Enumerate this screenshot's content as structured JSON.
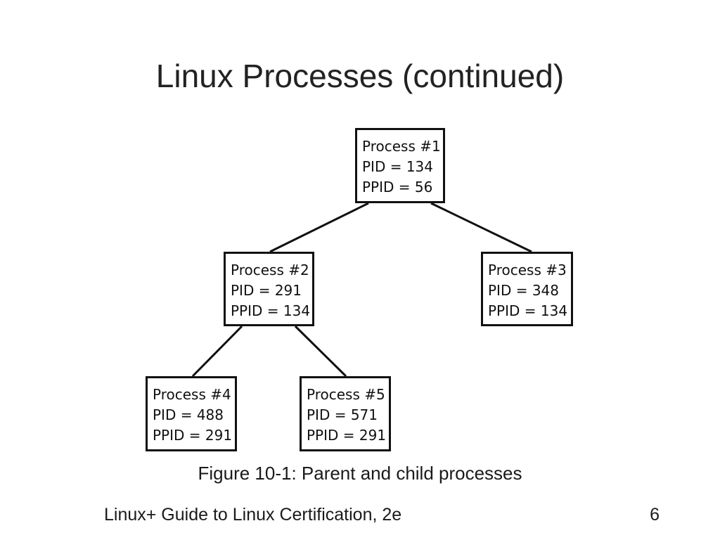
{
  "title": "Linux Processes (continued)",
  "diagram": {
    "nodes": [
      {
        "id": "p1",
        "name": "Process #1",
        "pid": "PID = 134",
        "ppid": "PPID = 56"
      },
      {
        "id": "p2",
        "name": "Process #2",
        "pid": "PID = 291",
        "ppid": "PPID = 134"
      },
      {
        "id": "p3",
        "name": "Process #3",
        "pid": "PID = 348",
        "ppid": "PPID = 134"
      },
      {
        "id": "p4",
        "name": "Process #4",
        "pid": "PID = 488",
        "ppid": "PPID = 291"
      },
      {
        "id": "p5",
        "name": "Process #5",
        "pid": "PID = 571",
        "ppid": "PPID = 291"
      }
    ],
    "edges": [
      {
        "from": "p1",
        "to": "p2"
      },
      {
        "from": "p1",
        "to": "p3"
      },
      {
        "from": "p2",
        "to": "p4"
      },
      {
        "from": "p2",
        "to": "p5"
      }
    ]
  },
  "caption": "Figure 10-1: Parent and child processes",
  "footer": {
    "course": "Linux+ Guide to Linux Certification, 2e",
    "page_number": "6"
  }
}
